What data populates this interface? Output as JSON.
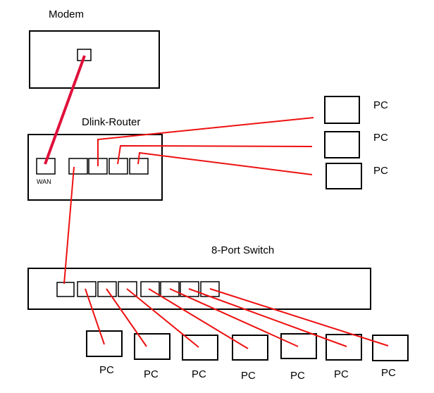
{
  "labels": {
    "modem": "Modem",
    "router": "Dlink-Router",
    "wan": "WAN",
    "switch": "8-Port Switch",
    "pc": "PC"
  },
  "colors": {
    "wire": "#ee1111",
    "wan_wire": "#e0103a",
    "outline": "#000000",
    "background": "#ffffff"
  },
  "router_pcs": [
    "PC",
    "PC",
    "PC"
  ],
  "switch_pcs": [
    "PC",
    "PC",
    "PC",
    "PC",
    "PC",
    "PC",
    "PC"
  ]
}
